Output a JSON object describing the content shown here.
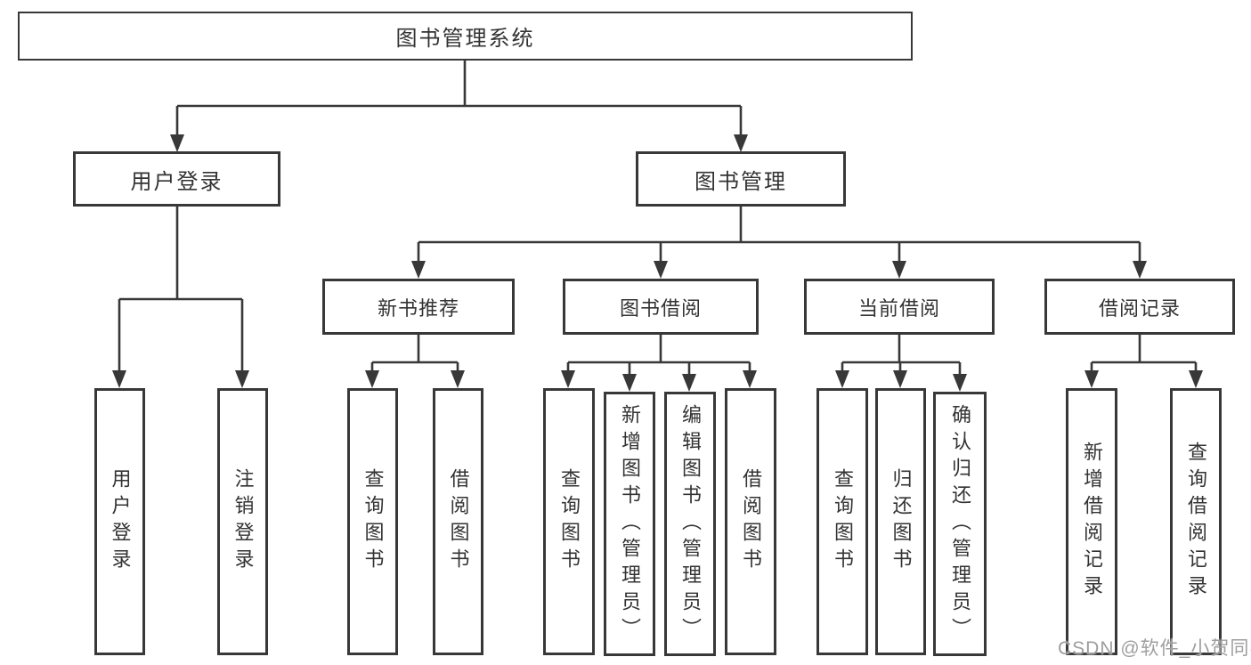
{
  "tree": {
    "label": "图书管理系统",
    "children": [
      {
        "label": "用户登录",
        "children": [
          {
            "label": "用户登录"
          },
          {
            "label": "注销登录"
          }
        ]
      },
      {
        "label": "图书管理",
        "children": [
          {
            "label": "新书推荐",
            "children": [
              {
                "label": "查询图书"
              },
              {
                "label": "借阅图书"
              }
            ]
          },
          {
            "label": "图书借阅",
            "children": [
              {
                "label": "查询图书"
              },
              {
                "label": "新增图书（管理员）"
              },
              {
                "label": "编辑图书（管理员）"
              },
              {
                "label": "借阅图书"
              }
            ]
          },
          {
            "label": "当前借阅",
            "children": [
              {
                "label": "查询图书"
              },
              {
                "label": "归还图书"
              },
              {
                "label": "确认归还（管理员）"
              }
            ]
          },
          {
            "label": "借阅记录",
            "children": [
              {
                "label": "新增借阅记录"
              },
              {
                "label": "查询借阅记录"
              }
            ]
          }
        ]
      }
    ]
  },
  "watermark": {
    "text": "CSDN @软件_小贺同学"
  },
  "colors": {
    "line": "#383838",
    "box_border": "#383838",
    "box_fill": "#ffffff",
    "text": "#333333",
    "watermark": "#9e9e9e",
    "background": "#ffffff"
  }
}
